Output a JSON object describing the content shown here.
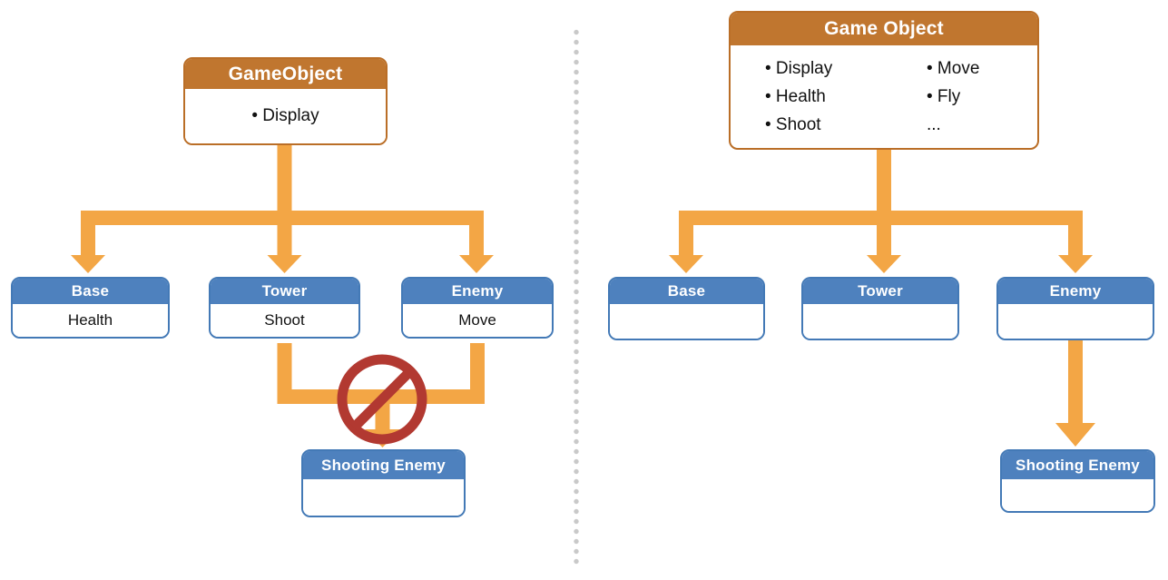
{
  "colors": {
    "orange": "#C0762F",
    "orange-border": "#BA6E27",
    "arrow-orange": "#F3A645",
    "blue": "#4E81BE",
    "blue-border": "#4379B6",
    "red": "#B23931",
    "divider": "#C9C9C9",
    "text": "#111111"
  },
  "left": {
    "root": {
      "title": "GameObject",
      "item": "• Display"
    },
    "children": [
      {
        "title": "Base",
        "body": "Health"
      },
      {
        "title": "Tower",
        "body": "Shoot"
      },
      {
        "title": "Enemy",
        "body": "Move"
      }
    ],
    "merge_child": {
      "title": "Shooting Enemy",
      "body": ""
    }
  },
  "right": {
    "root": {
      "title": "Game Object",
      "col1": [
        "• Display",
        "• Health",
        "• Shoot"
      ],
      "col2": [
        "• Move",
        "• Fly",
        "..."
      ]
    },
    "children": [
      {
        "title": "Base",
        "body": ""
      },
      {
        "title": "Tower",
        "body": ""
      },
      {
        "title": "Enemy",
        "body": ""
      }
    ],
    "enemy_child": {
      "title": "Shooting Enemy",
      "body": ""
    }
  }
}
